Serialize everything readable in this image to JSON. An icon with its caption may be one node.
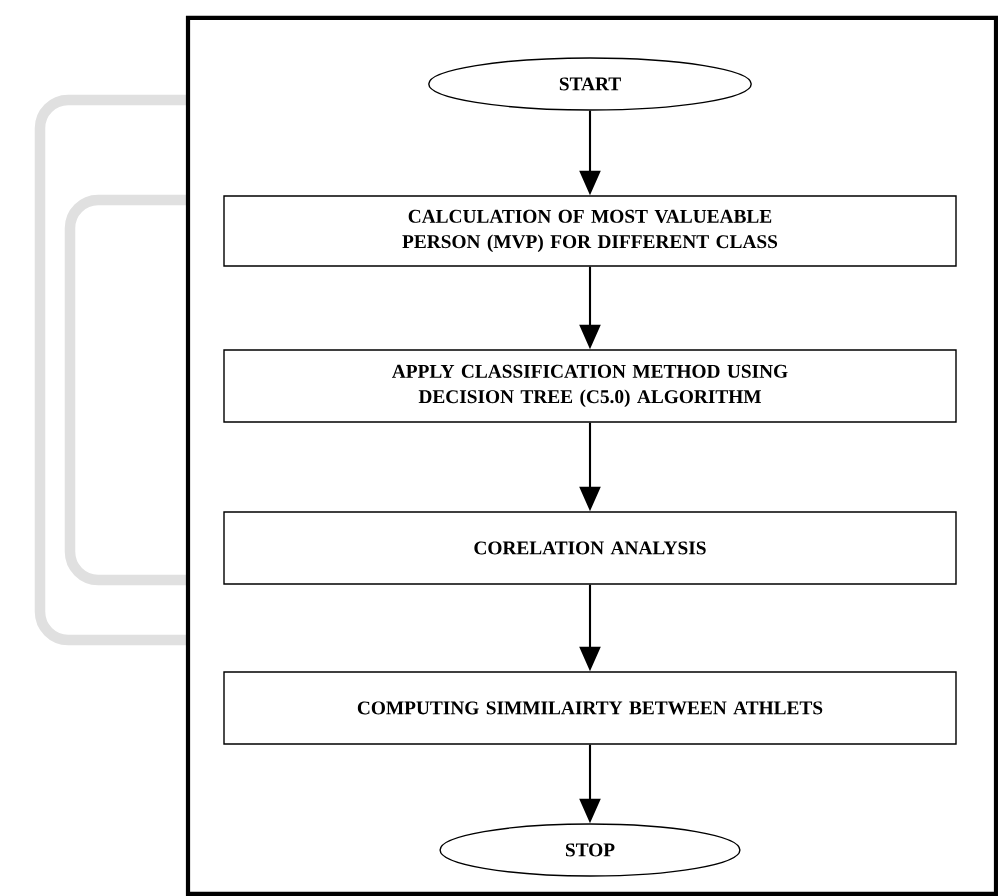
{
  "diagram": {
    "nodes": [
      {
        "text": [
          "START"
        ]
      },
      {
        "text": [
          "CALCULATION OF MOST VALUEABLE PERSON (MVP) FOR DIFFERENT CLASS"
        ]
      },
      {
        "text": [
          "APPLY CLASSIFICATION METHOD USING DECISION TREE (C5.0) ALGORITHM"
        ]
      },
      {
        "text": [
          "CORELATION ANALYSIS"
        ]
      },
      {
        "text": [
          "COMPUTING SIMMILAIRTY BETWEEN ATHLETS"
        ]
      },
      {
        "text": [
          "STOP"
        ]
      }
    ],
    "edges": [
      {
        "from": 0,
        "to": 1,
        "arrow": "to"
      },
      {
        "from": 1,
        "to": 2,
        "arrow": "to"
      },
      {
        "from": 2,
        "to": 3,
        "arrow": "to"
      },
      {
        "from": 3,
        "to": 4,
        "arrow": "to"
      },
      {
        "from": 4,
        "to": 5,
        "arrow": "to"
      }
    ]
  }
}
